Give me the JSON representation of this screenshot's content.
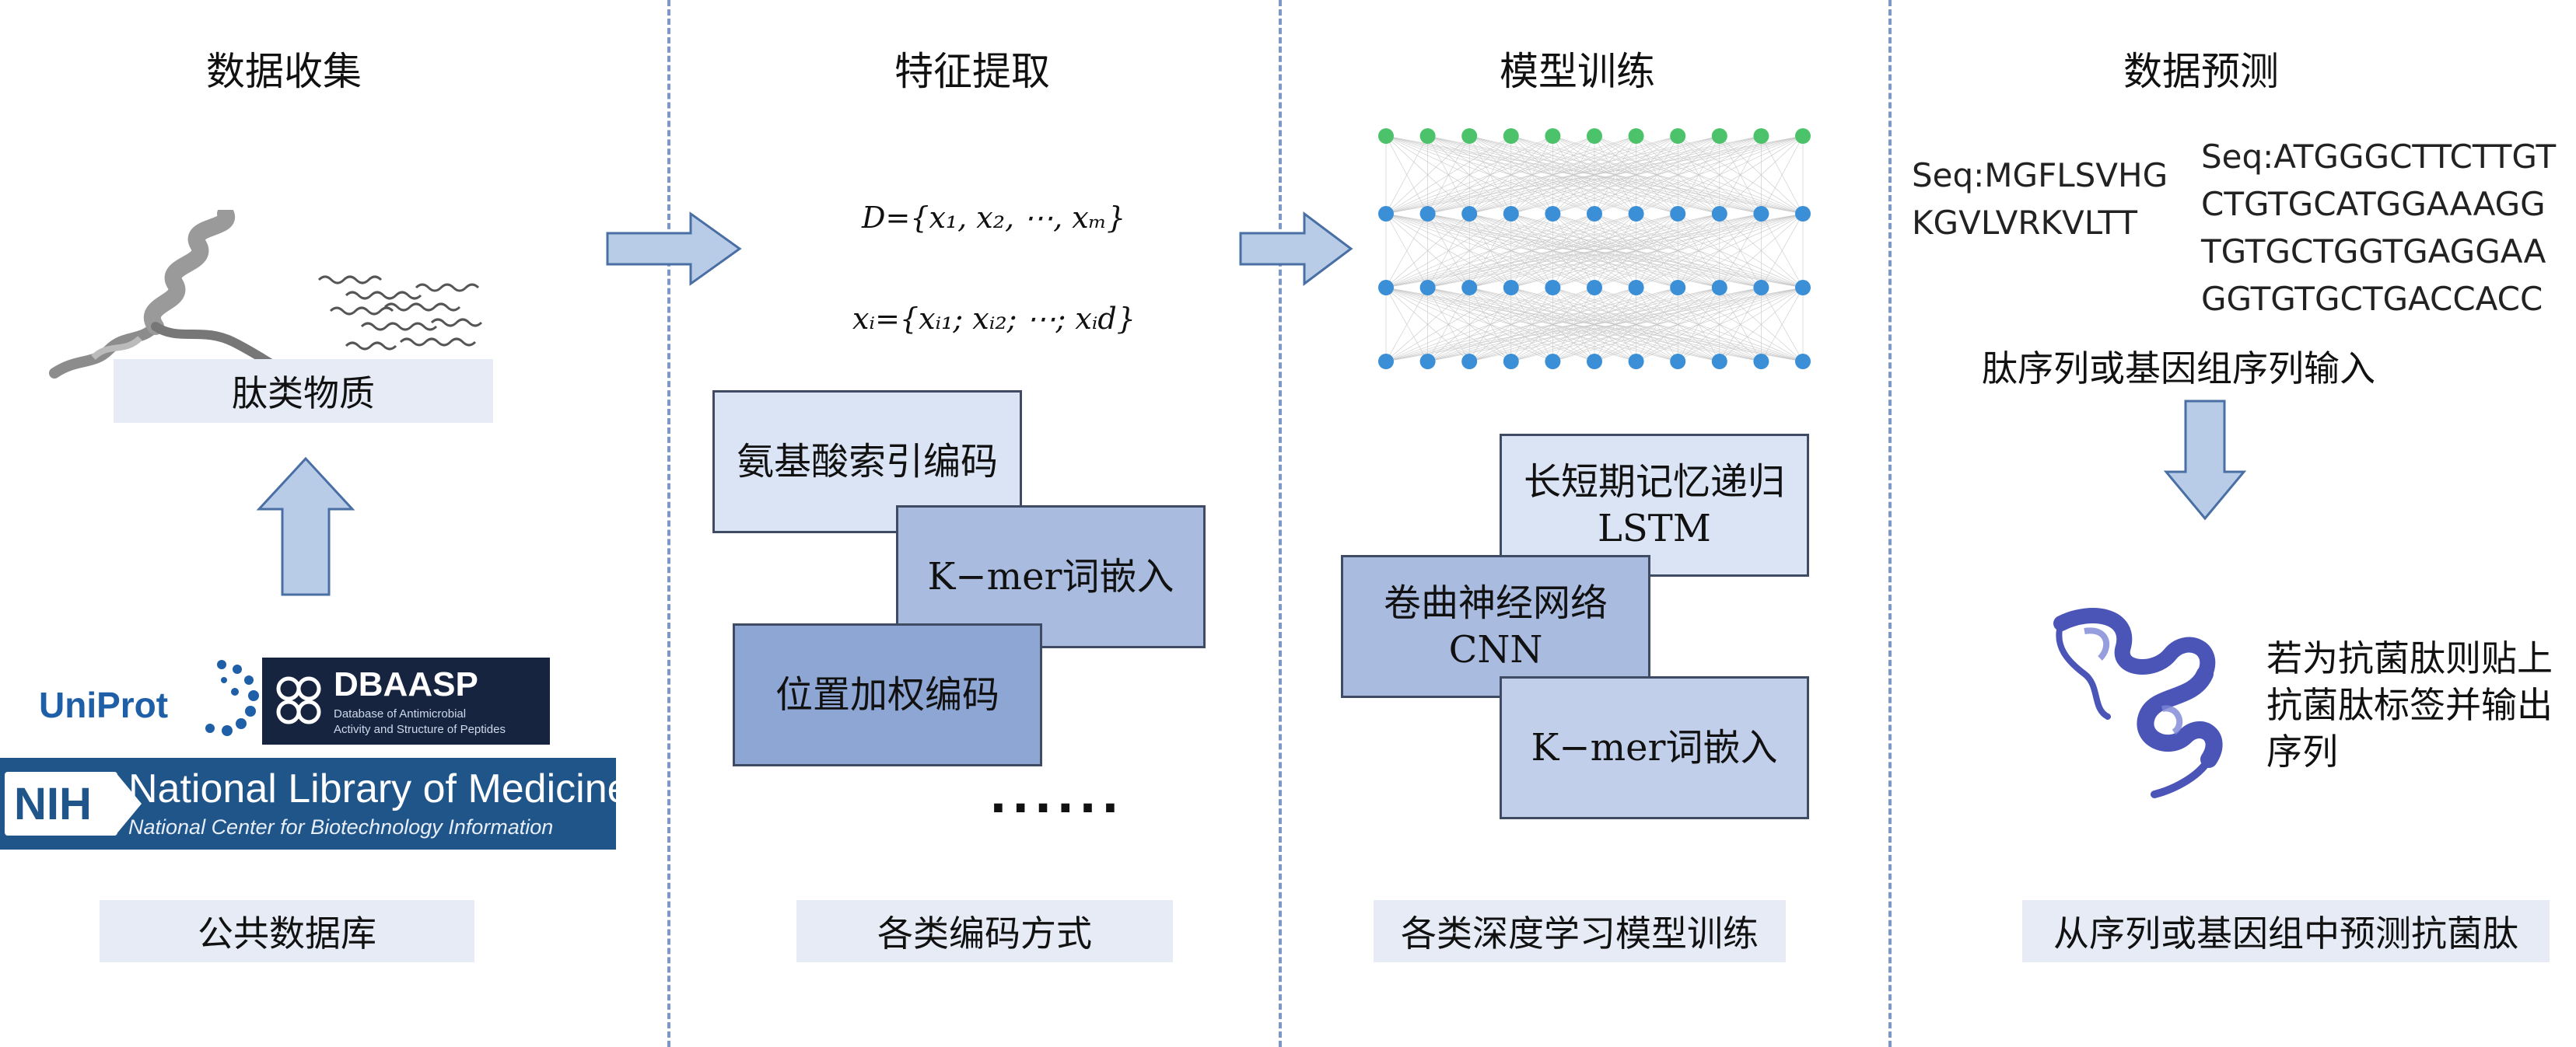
{
  "stages": {
    "collect": {
      "title": "数据收集",
      "peptide_caption": "肽类物质",
      "db_caption": "公共数据库",
      "logos": {
        "uniprot": "UniProt",
        "dbaasp": "DBAASP",
        "dbaasp_sub1": "Database of Antimicrobial",
        "dbaasp_sub2": "Activity and Structure of Peptides",
        "nih": "NIH",
        "nlm": "National Library of Medicine",
        "ncbi": "National Center for Biotechnology Information"
      }
    },
    "feature": {
      "title": "特征提取",
      "formula_d": "D={x₁, x₂, ⋯, xₘ}",
      "formula_x": "xᵢ={xᵢ₁; xᵢ₂; ⋯; xᵢd}",
      "box_aa_index": "氨基酸索引编码",
      "box_kmer": "K−mer词嵌入",
      "box_position": "位置加权编码",
      "ellipsis": "......",
      "caption": "各类编码方式"
    },
    "model": {
      "title": "模型训练",
      "box_lstm_line1": "长短期记忆递归",
      "box_lstm_line2": "LSTM",
      "box_cnn_line1": "卷曲神经网络",
      "box_cnn_line2": "CNN",
      "box_kmer": "K−mer词嵌入",
      "caption": "各类深度学习模型训练"
    },
    "predict": {
      "title": "数据预测",
      "seq_peptide": [
        "Seq:MGFLSVHG",
        "KGVLVRKVLTT"
      ],
      "seq_gene": [
        "Seq:ATGGGCTTCTTGT",
        "CTGTGCATGGAAAGG",
        "TGTGCTGGTGAGGAA",
        "GGTGTGCTGACCACC"
      ],
      "input_label": "肽序列或基因组序列输入",
      "result_text": [
        "若为抗菌肽则贴上",
        "抗菌肽标签并输出",
        "序列"
      ],
      "caption": "从序列或基因组中预测抗菌肽"
    }
  },
  "colors": {
    "arrow_fill": "#b8cce8",
    "arrow_stroke": "#4a6fa5",
    "node_green": "#4cc36a",
    "node_blue": "#3b8fd6",
    "divider": "#7d97c6",
    "protein": "#4b55b8"
  }
}
